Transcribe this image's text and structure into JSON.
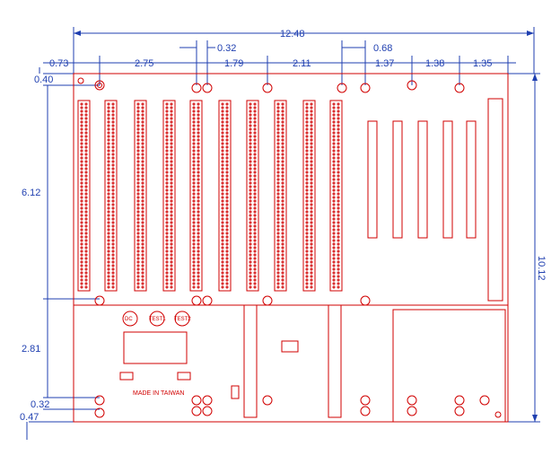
{
  "dimensions": {
    "top_total": "12.48",
    "top_row": [
      "0.73",
      "2.75",
      "1.79",
      "2.11",
      "1.37",
      "1.38",
      "1.35"
    ],
    "top_upper": [
      "0.32",
      "0.68"
    ],
    "left": [
      "0.40",
      "6.12",
      "2.81",
      "0.32",
      "0.47"
    ],
    "right_total": "10.12"
  },
  "labels": {
    "made_in": "MADE IN TAIWAN",
    "dc": "DC",
    "test1": "TEST1",
    "test2": "TEST2"
  },
  "colors": {
    "dimension": "#1f3fb0",
    "board": "#d10000"
  }
}
